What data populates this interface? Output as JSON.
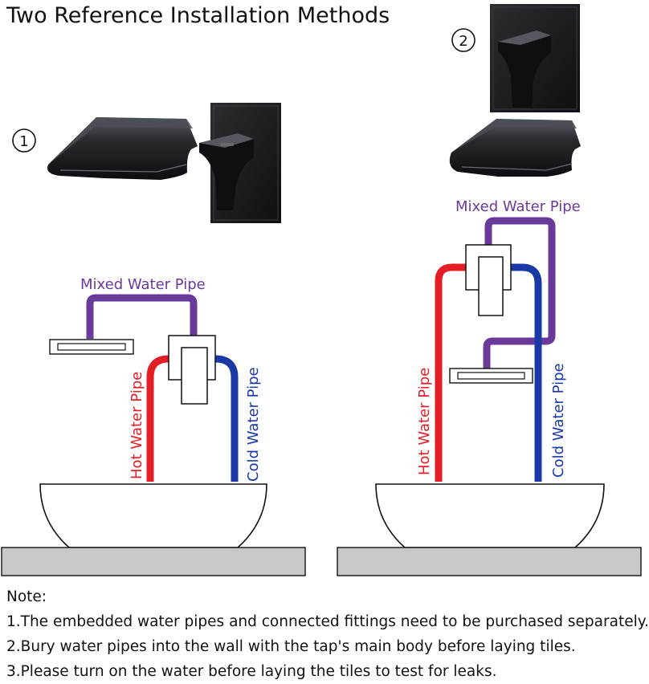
{
  "title": "Two Reference Installation Methods",
  "methods": [
    {
      "marker": "①",
      "mixed_label": "Mixed Water Pipe",
      "hot_label": "Hot Water Pipe",
      "cold_label": "Cold Water Pipe"
    },
    {
      "marker": "②",
      "mixed_label": "Mixed Water Pipe",
      "hot_label": "Hot Water Pipe",
      "cold_label": "Cold Water Pipe"
    }
  ],
  "colors": {
    "hot": "#e41e26",
    "cold": "#1b39a6",
    "mixed": "#6a3a9a",
    "faucet": "#16181c",
    "counter": "#c8c8c8"
  },
  "notes": {
    "heading": "Note:",
    "items": [
      "1.The embedded water pipes and connected fittings need to be purchased separately.",
      "2.Bury water pipes into the wall with the tap's main body before laying tiles.",
      "3.Please turn on the water before laying the tiles to test for leaks."
    ]
  }
}
